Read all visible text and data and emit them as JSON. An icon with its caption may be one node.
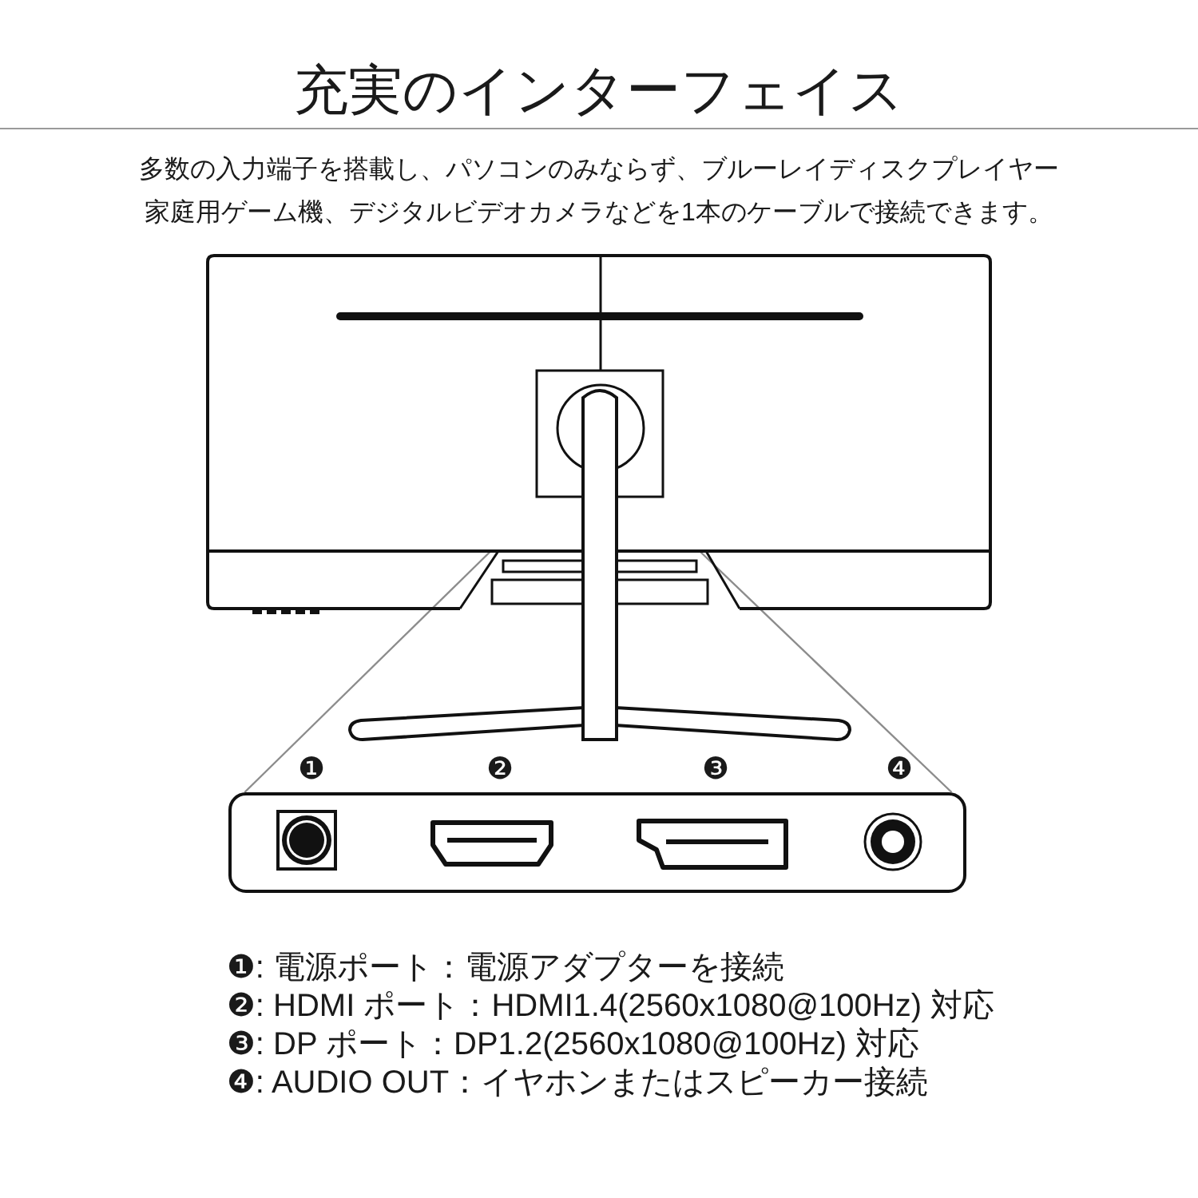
{
  "diagram": {
    "title": "充実のインターフェイス",
    "nodes": [
      {
        "text": [],
        "shape": "trapezoid"
      },
      {
        "text": [],
        "shape": "box"
      }
    ],
    "edges": [
      {
        "from": 0,
        "to": 1,
        "arrow": "none"
      },
      {
        "from": 0,
        "to": 1,
        "arrow": "none"
      }
    ],
    "labels": [
      "多数の入力端子を搭載し、パソコンのみならず、ブルーレイディスクプレイヤー家庭用ゲーム機、デジタルビデオカメラなどを1本のケーブルで接続できます。",
      "❶",
      "❷",
      "❸",
      "❹",
      "❶: 電源ポート：電源アダプターを接続",
      "❷: HDMI ポート：HDMI1.4(2560x1080@100Hz) 対応",
      "❸: DP ポート：DP1.2(2560x1080@100Hz) 対応",
      "❹: AUDIO OUT：イヤホンまたはスピーカー接続"
    ]
  }
}
